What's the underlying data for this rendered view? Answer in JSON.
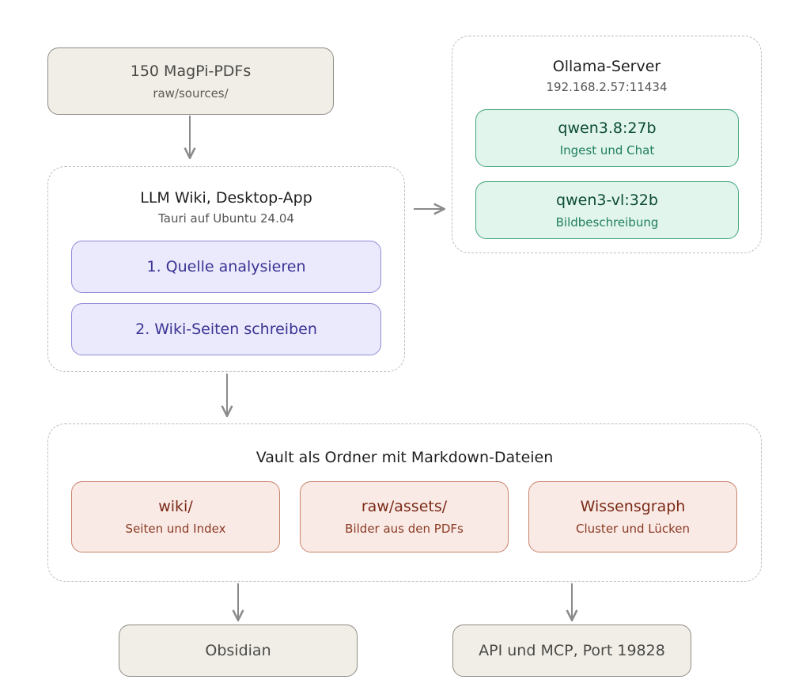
{
  "sources": {
    "title": "150 MagPi-PDFs",
    "subtitle": "raw/sources/"
  },
  "ollama": {
    "title": "Ollama-Server",
    "address": "192.168.2.57:11434",
    "models": [
      {
        "name": "qwen3.8:27b",
        "role": "Ingest und Chat"
      },
      {
        "name": "qwen3-vl:32b",
        "role": "Bildbeschreibung"
      }
    ]
  },
  "app": {
    "title": "LLM Wiki, Desktop-App",
    "subtitle": "Tauri auf Ubuntu 24.04",
    "steps": [
      "1. Quelle analysieren",
      "2. Wiki-Seiten schreiben"
    ]
  },
  "vault": {
    "title": "Vault als Ordner mit Markdown-Dateien",
    "items": [
      {
        "name": "wiki/",
        "desc": "Seiten und Index"
      },
      {
        "name": "raw/assets/",
        "desc": "Bilder aus den PDFs"
      },
      {
        "name": "Wissensgraph",
        "desc": "Cluster und Lücken"
      }
    ]
  },
  "outputs": [
    "Obsidian",
    "API und MCP, Port 19828"
  ],
  "colors": {
    "beige": "#f1eee7",
    "purple": "#ebeafc",
    "green": "#e1f5ec",
    "red": "#faeae6",
    "arrow": "#8a8a8a"
  }
}
